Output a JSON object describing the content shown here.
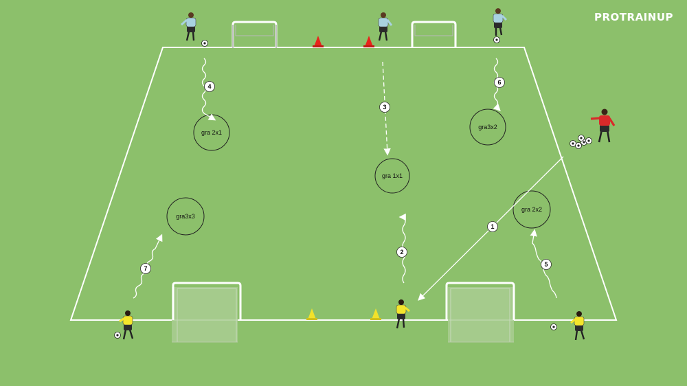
{
  "brand": {
    "logo_text": "PROTRAINUP"
  },
  "colors": {
    "grass": "#8cc06b",
    "lines": "#ffffff",
    "cone_red": "#e8231b",
    "cone_yellow": "#f2e22a",
    "team_blue_shirt": "#a9d2e0",
    "team_yellow_shirt": "#f4e52c",
    "coach_shirt": "#d92a2a"
  },
  "zones": [
    {
      "id": "zone-1",
      "label": "gra 1x1"
    },
    {
      "id": "zone-2",
      "label": "gra 2x1"
    },
    {
      "id": "zone-3",
      "label": "gra3x2"
    },
    {
      "id": "zone-4",
      "label": "gra 2x2"
    },
    {
      "id": "zone-5",
      "label": "gra3x3"
    }
  ],
  "steps": [
    "1",
    "2",
    "3",
    "4",
    "5",
    "6",
    "7"
  ],
  "icons": [
    "player-blue-icon",
    "player-yellow-icon",
    "coach-icon",
    "ball-icon",
    "cone-icon",
    "goal-icon"
  ]
}
